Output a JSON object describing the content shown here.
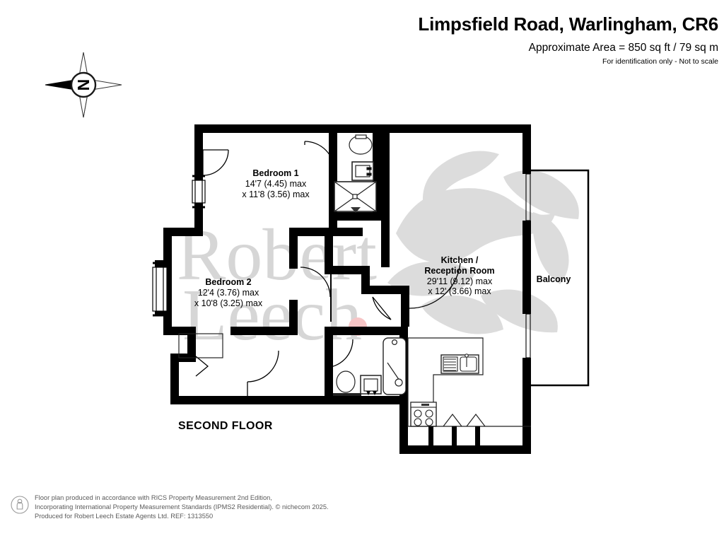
{
  "header": {
    "title": "Limpsfield Road, Warlingham, CR6",
    "area": "Approximate Area = 850 sq ft / 79 sq m",
    "disclaimer": "For identification only - Not to scale"
  },
  "compass": {
    "label": "N",
    "icon": "compass-rose-icon"
  },
  "floor_level": "SECOND FLOOR",
  "rooms": [
    {
      "name": "Bedroom 1",
      "dim_primary": "14'7 (4.45) max",
      "dim_secondary": "x 11'8 (3.56) max"
    },
    {
      "name": "Bedroom 2",
      "dim_primary": "12'4 (3.76) max",
      "dim_secondary": "x 10'8 (3.25) max"
    },
    {
      "name": "Kitchen /",
      "name_line2": "Reception Room",
      "dim_primary": "29'11 (9.12) max",
      "dim_secondary": "x 12' (3.66) max"
    },
    {
      "name": "Balcony",
      "dim_primary": "",
      "dim_secondary": ""
    }
  ],
  "watermark": {
    "line1": "Robert",
    "line2": "Leech",
    "dot_color": "#f2a2a4",
    "text_color": "#b8b8b8"
  },
  "footer": {
    "line1": "Floor plan produced in accordance with RICS Property Measurement 2nd Edition,",
    "line2": "Incorporating International Property Measurement Standards (IPMS2 Residential).   © nichecom 2025.",
    "line3": "Produced for Robert Leech Estate Agents Ltd.   REF:  1313550",
    "logo": "person-in-circle-icon"
  },
  "colors": {
    "wall": "#000000",
    "background": "#ffffff",
    "fixture_stroke": "#1a1a1a",
    "watermark": "#b9b9b9",
    "footer_text": "#5a5a5a"
  }
}
